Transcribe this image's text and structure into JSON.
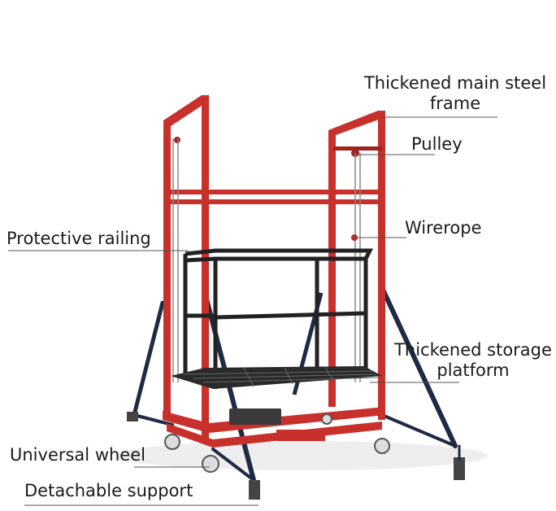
{
  "labels": {
    "main_frame_line1": "Thickened main steel",
    "main_frame_line2": "frame",
    "pulley": "Pulley",
    "wirerope": "Wirerope",
    "protective_railing": "Protective railing",
    "storage_platform_line1": "Thickened storage",
    "storage_platform_line2": "platform",
    "universal_wheel": "Universal wheel",
    "detachable_support": "Detachable support"
  },
  "colors": {
    "frame_red": "#c8302c",
    "frame_red_dark": "#9e2220",
    "rail_black": "#222222",
    "support_navy": "#1f2a44",
    "leader_line": "#555555"
  }
}
